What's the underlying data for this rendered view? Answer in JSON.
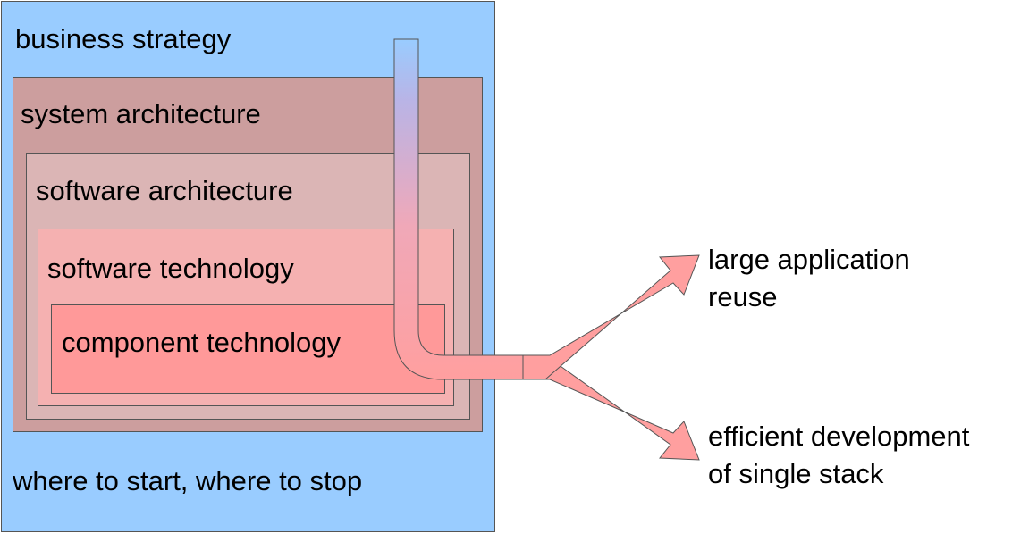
{
  "layers": {
    "business_strategy": "business strategy",
    "system_architecture": "system architecture",
    "software_architecture": "software architecture",
    "software_technology": "software technology",
    "component_technology": "component technology"
  },
  "scope_note": "where to start, where to stop",
  "outcomes": {
    "large_reuse_line1": "large application",
    "large_reuse_line2": "reuse",
    "efficient_line1": "efficient development",
    "efficient_line2": "of single stack"
  },
  "colors": {
    "business": "#99ccff",
    "system": "#cc9e9e",
    "software_architecture": "#dbb5b5",
    "software_technology": "#f5b1b1",
    "component": "#ff9999",
    "arrow": "#ff9f9f"
  }
}
